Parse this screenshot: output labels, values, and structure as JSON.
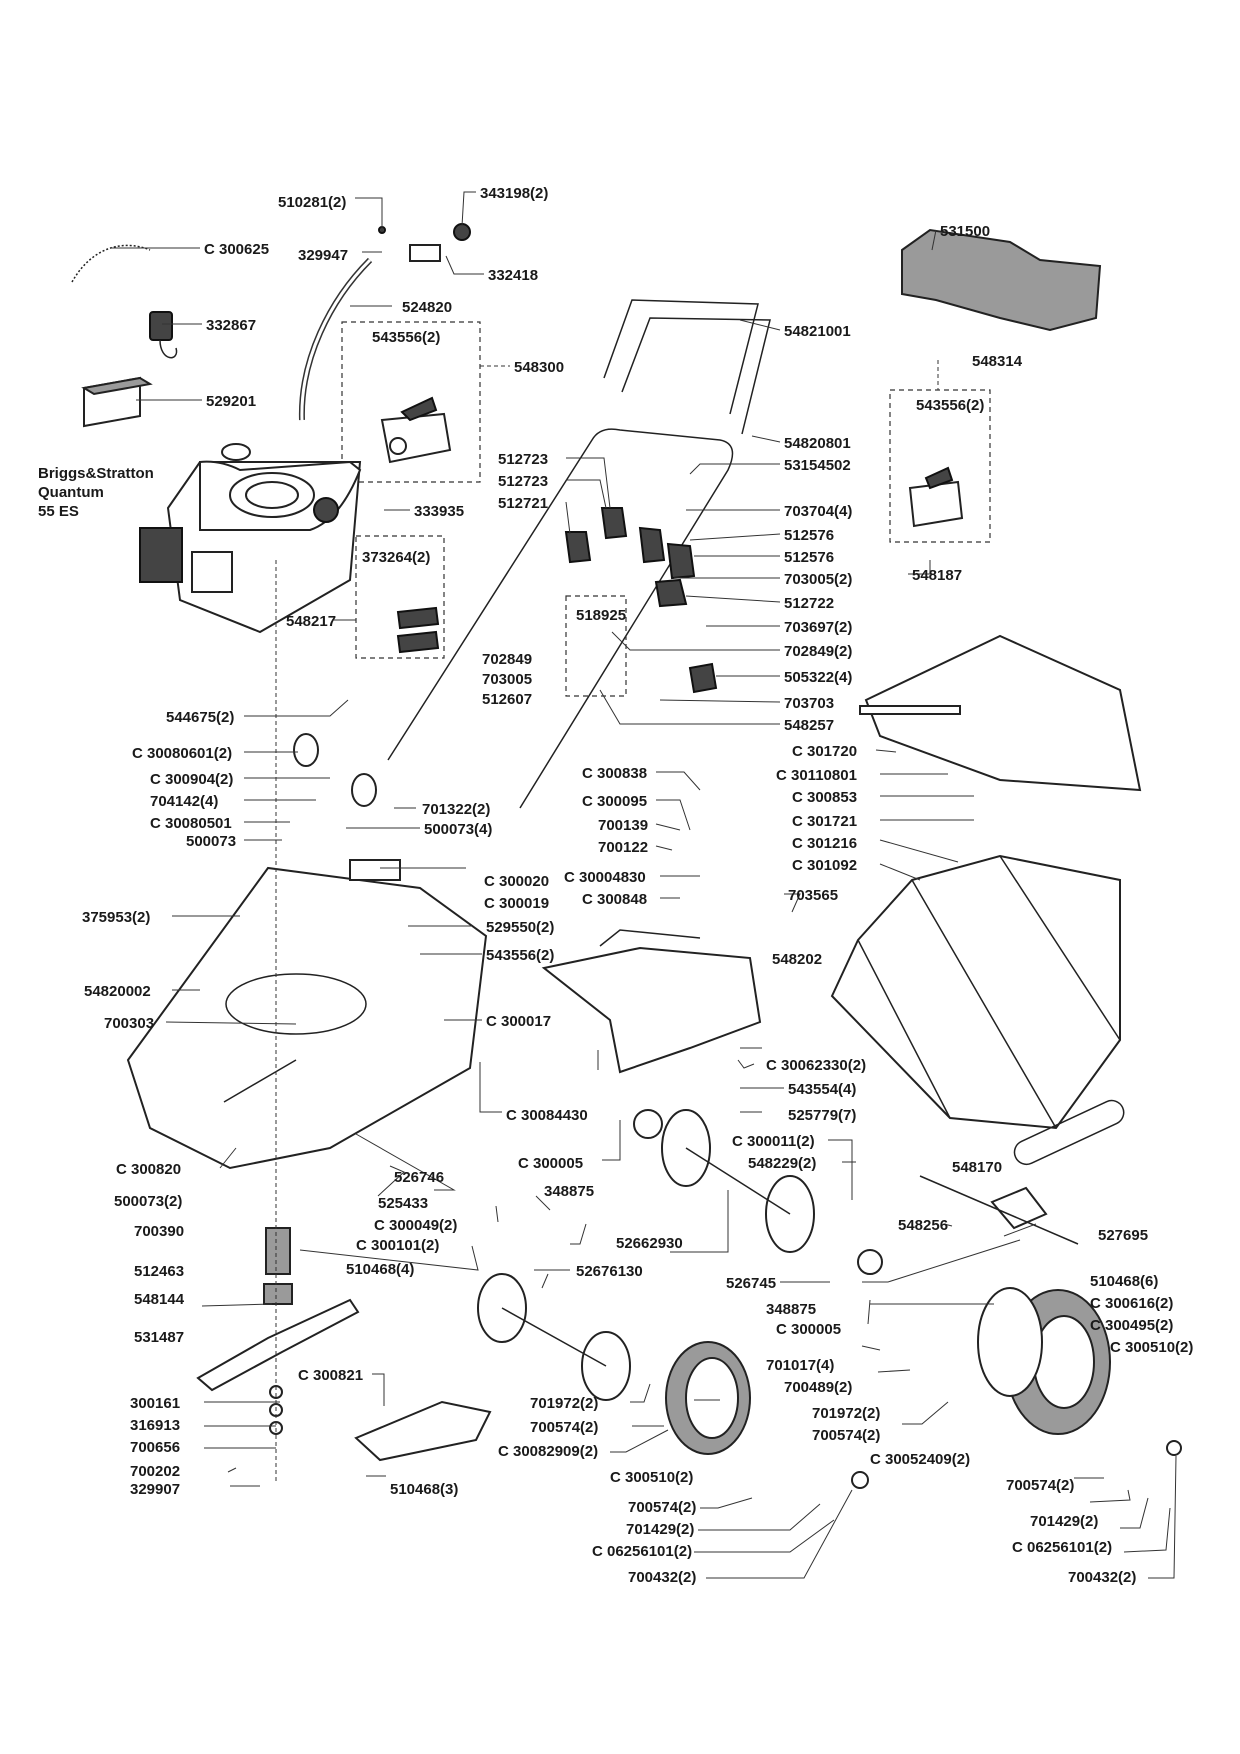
{
  "engine": {
    "line1": "Briggs&Stratton",
    "line2": "Quantum",
    "line3": "55 ES"
  },
  "labels": {
    "p510281": "510281(2)",
    "p343198": "343198(2)",
    "p300625": "C 300625",
    "p329947": "329947",
    "p332418": "332418",
    "p332867": "332867",
    "p524820": "524820",
    "p543556a": "543556(2)",
    "p548300": "548300",
    "p529201": "529201",
    "p531500": "531500",
    "p54821001": "54821001",
    "p548314": "548314",
    "p543556b": "543556(2)",
    "p54820801": "54820801",
    "p53154502": "53154502",
    "p512723a": "512723",
    "p512723b": "512723",
    "p512721": "512721",
    "p333935": "333935",
    "p703704": "703704(4)",
    "p512576a": "512576",
    "p512576b": "512576",
    "p703005a": "703005(2)",
    "p373264": "373264(2)",
    "p512722": "512722",
    "p548187": "548187",
    "p548217": "548217",
    "p518925": "518925",
    "p703697": "703697(2)",
    "p702849a": "702849",
    "p702849b": "702849(2)",
    "p703005b": "703005",
    "p505322": "505322(4)",
    "p512607": "512607",
    "p703703": "703703",
    "p544675": "544675(2)",
    "p548257": "548257",
    "p30080601": "C 30080601(2)",
    "p301720": "C 301720",
    "p300904": "C 300904(2)",
    "p30110801": "C 30110801",
    "p704142": "704142(4)",
    "p300838": "C 300838",
    "p701322": "701322(2)",
    "p300853": "C 300853",
    "p30080501": "C 30080501",
    "p300095": "C 300095",
    "p500073a": "500073(4)",
    "p301721": "C 301721",
    "p500073b": "500073",
    "p700139": "700139",
    "p301216": "C 301216",
    "p700122": "700122",
    "p301092": "C 301092",
    "p300020": "C 300020",
    "p30004830": "C 30004830",
    "p300019": "C 300019",
    "p300848": "C 300848",
    "p703565": "703565",
    "p375953": "375953(2)",
    "p529550": "529550(2)",
    "p543556c": "543556(2)",
    "p548202": "548202",
    "p54820002": "54820002",
    "p700303": "700303",
    "p300017": "C 300017",
    "p30062330": "C 30062330(2)",
    "p543554": "543554(4)",
    "p30084430": "C 30084430",
    "p525779": "525779(7)",
    "p300011": "C 300011(2)",
    "p300820": "C 300820",
    "p300005a": "C 300005",
    "p548229": "548229(2)",
    "p548170": "548170",
    "p526746": "526746",
    "p348875a": "348875",
    "p525433": "525433",
    "p500073c": "500073(2)",
    "p300049": "C 300049(2)",
    "p548256": "548256",
    "p527695": "527695",
    "p700390": "700390",
    "p300101": "C 300101(2)",
    "p52662930": "52662930",
    "p510468a": "510468(4)",
    "p512463": "512463",
    "p52676130": "52676130",
    "p526745": "526745",
    "p510468b": "510468(6)",
    "p548144": "548144",
    "p348875b": "348875",
    "p300616": "C 300616(2)",
    "p300005b": "C 300005",
    "p300495": "C 300495(2)",
    "p531487": "531487",
    "p300510a": "C 300510(2)",
    "p701017": "701017(4)",
    "p300821": "C 300821",
    "p700489": "700489(2)",
    "p300161": "300161",
    "p701972a": "701972(2)",
    "p701972b": "701972(2)",
    "p316913": "316913",
    "p700574a": "700574(2)",
    "p700574b": "700574(2)",
    "p700656": "700656",
    "p30082909": "C 30082909(2)",
    "p30052409": "C 30052409(2)",
    "p700202": "700202",
    "p300510b": "C 300510(2)",
    "p700574c": "700574(2)",
    "p329907": "329907",
    "p510468c": "510468(3)",
    "p700574d": "700574(2)",
    "p701429a": "701429(2)",
    "p701429b": "701429(2)",
    "p06256101a": "C 06256101(2)",
    "p06256101b": "C 06256101(2)",
    "p700432a": "700432(2)",
    "p700432b": "700432(2)"
  }
}
